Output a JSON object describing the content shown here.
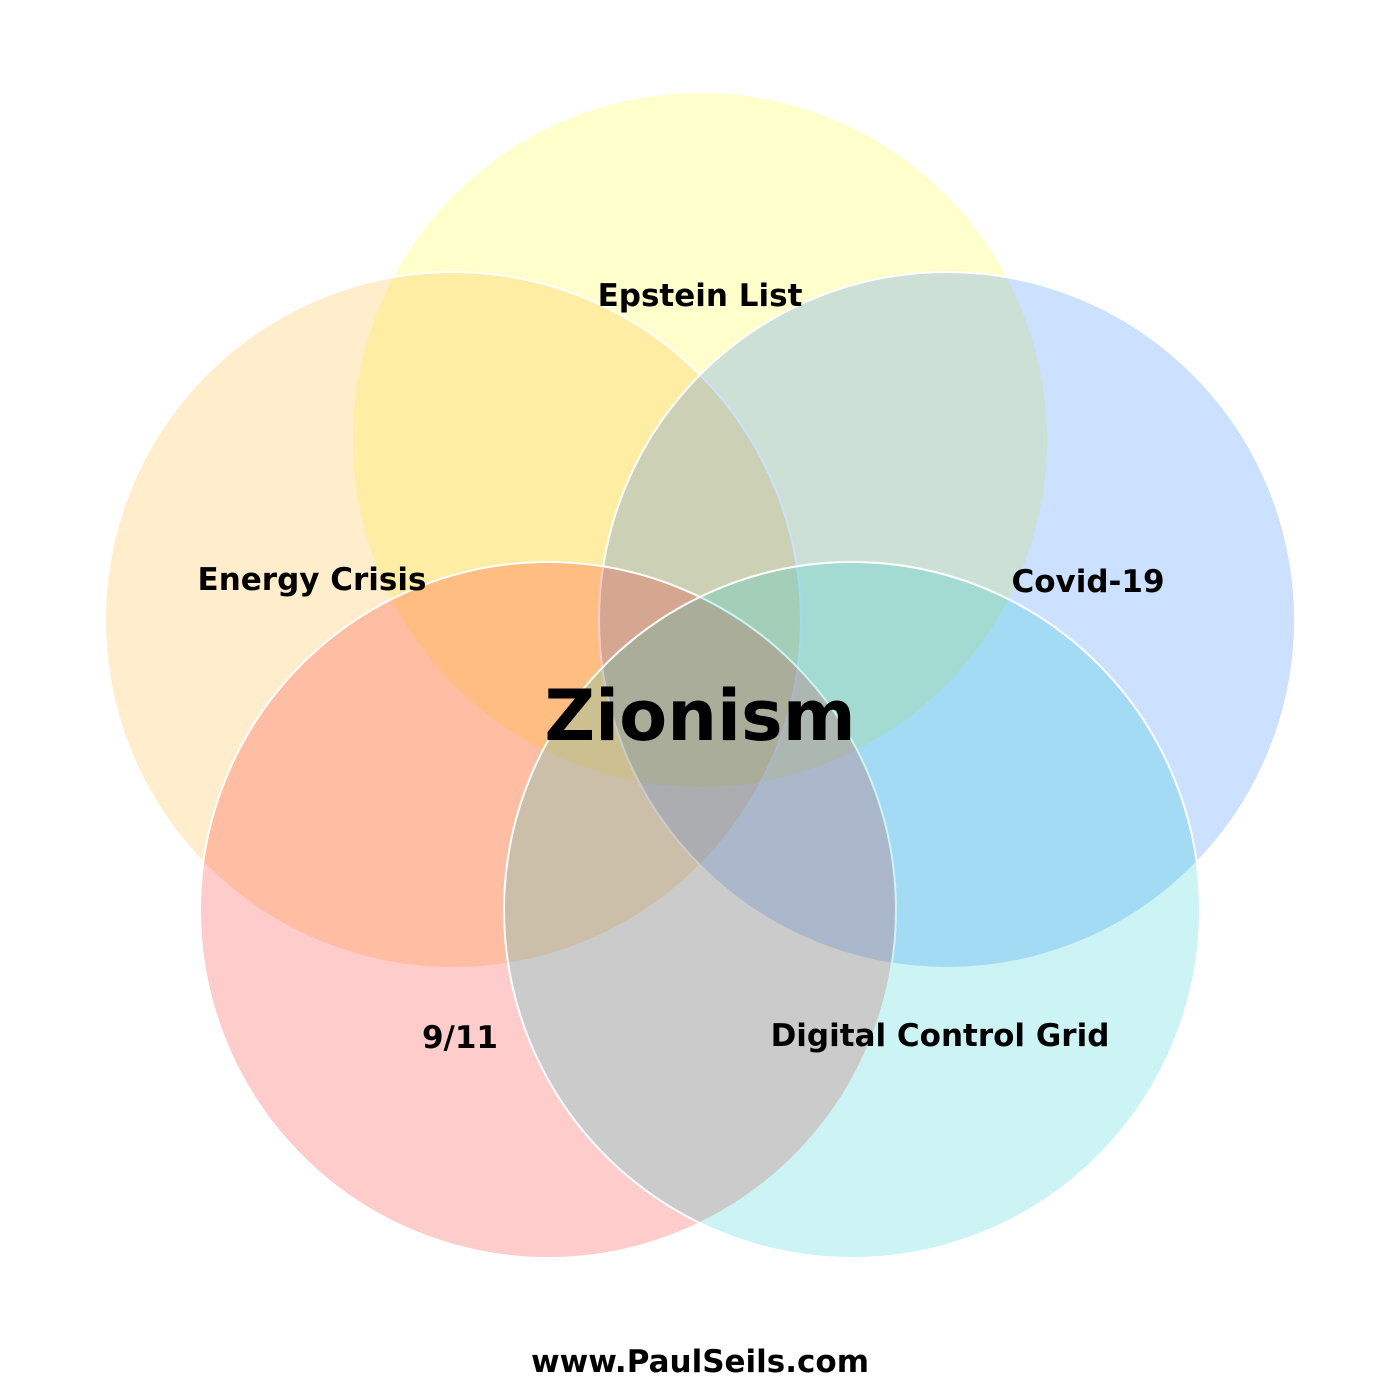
{
  "diagram": {
    "type": "venn",
    "center_label": "Zionism",
    "footer": "www.PaulSeils.com",
    "sets": [
      {
        "label": "Epstein List",
        "color": "#ffff00"
      },
      {
        "label": "Energy Crisis",
        "color": "#ffa500"
      },
      {
        "label": "Covid-19",
        "color": "#0064ff"
      },
      {
        "label": "9/11",
        "color": "#ff0000"
      },
      {
        "label": "Digital Control Grid",
        "color": "#00c8c8"
      }
    ],
    "fill_opacity": 0.2
  }
}
